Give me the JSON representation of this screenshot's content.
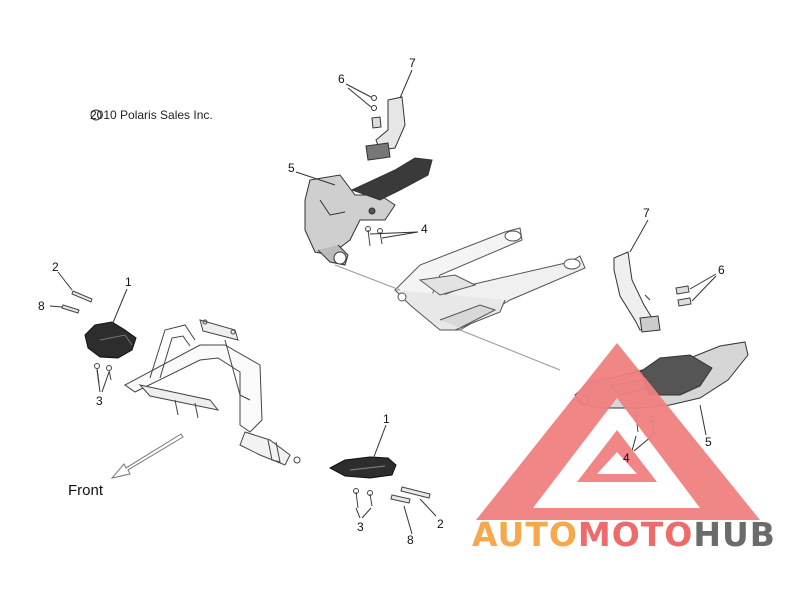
{
  "copyright": "2010 Polaris Sales Inc.",
  "front_label": "Front",
  "callouts": {
    "c1a": "1",
    "c1b": "1",
    "c2a": "2",
    "c2b": "2",
    "c3a": "3",
    "c3b": "3",
    "c4a": "4",
    "c4b": "4",
    "c5a": "5",
    "c5b": "5",
    "c6a": "6",
    "c6b": "6",
    "c7a": "7",
    "c7b": "7",
    "c8a": "8",
    "c8b": "8"
  },
  "watermark": {
    "part1": "AUTO",
    "part2": "MOTO",
    "part3": "HUB",
    "color_auto": "#f4a94d",
    "color_moto": "#ef6a6a",
    "color_hub": "#6b6b6b",
    "triangle_color": "#f08080"
  }
}
